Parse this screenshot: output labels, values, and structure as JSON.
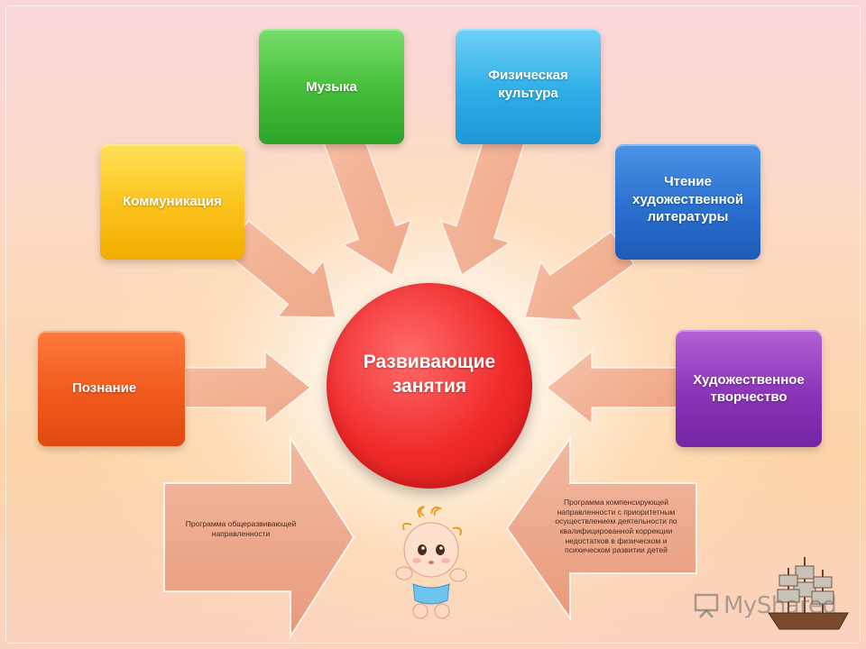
{
  "center": {
    "label": "Развивающие\nзанятия",
    "color": "#f02a2a"
  },
  "areas": [
    {
      "id": "poznanie",
      "label": "Познание",
      "color": "#f05a1c"
    },
    {
      "id": "kommunikaciya",
      "label": "Коммуникация",
      "color": "#fbc21a"
    },
    {
      "id": "muzyka",
      "label": "Музыка",
      "color": "#43bd38"
    },
    {
      "id": "fizkultura",
      "label": "Физическая\nкультура",
      "color": "#2eaee8"
    },
    {
      "id": "chtenie",
      "label": "Чтение\nхудожественной\nлитературы",
      "color": "#2a6fcf"
    },
    {
      "id": "tvorchestvo",
      "label": "Художественное\nтворчество",
      "color": "#8a34b8"
    }
  ],
  "programs": {
    "left": "Программа общеразвивающей\nнаправленности",
    "right": "Программа компенсирующей\nнаправленности с приоритетным\nосуществлением деятельности по\nквалифицированной коррекции\nнедостатков в физическом и\nпсихическом развитии детей"
  },
  "watermark": {
    "text": "MyShared",
    "icon": "presentation-board-icon"
  }
}
